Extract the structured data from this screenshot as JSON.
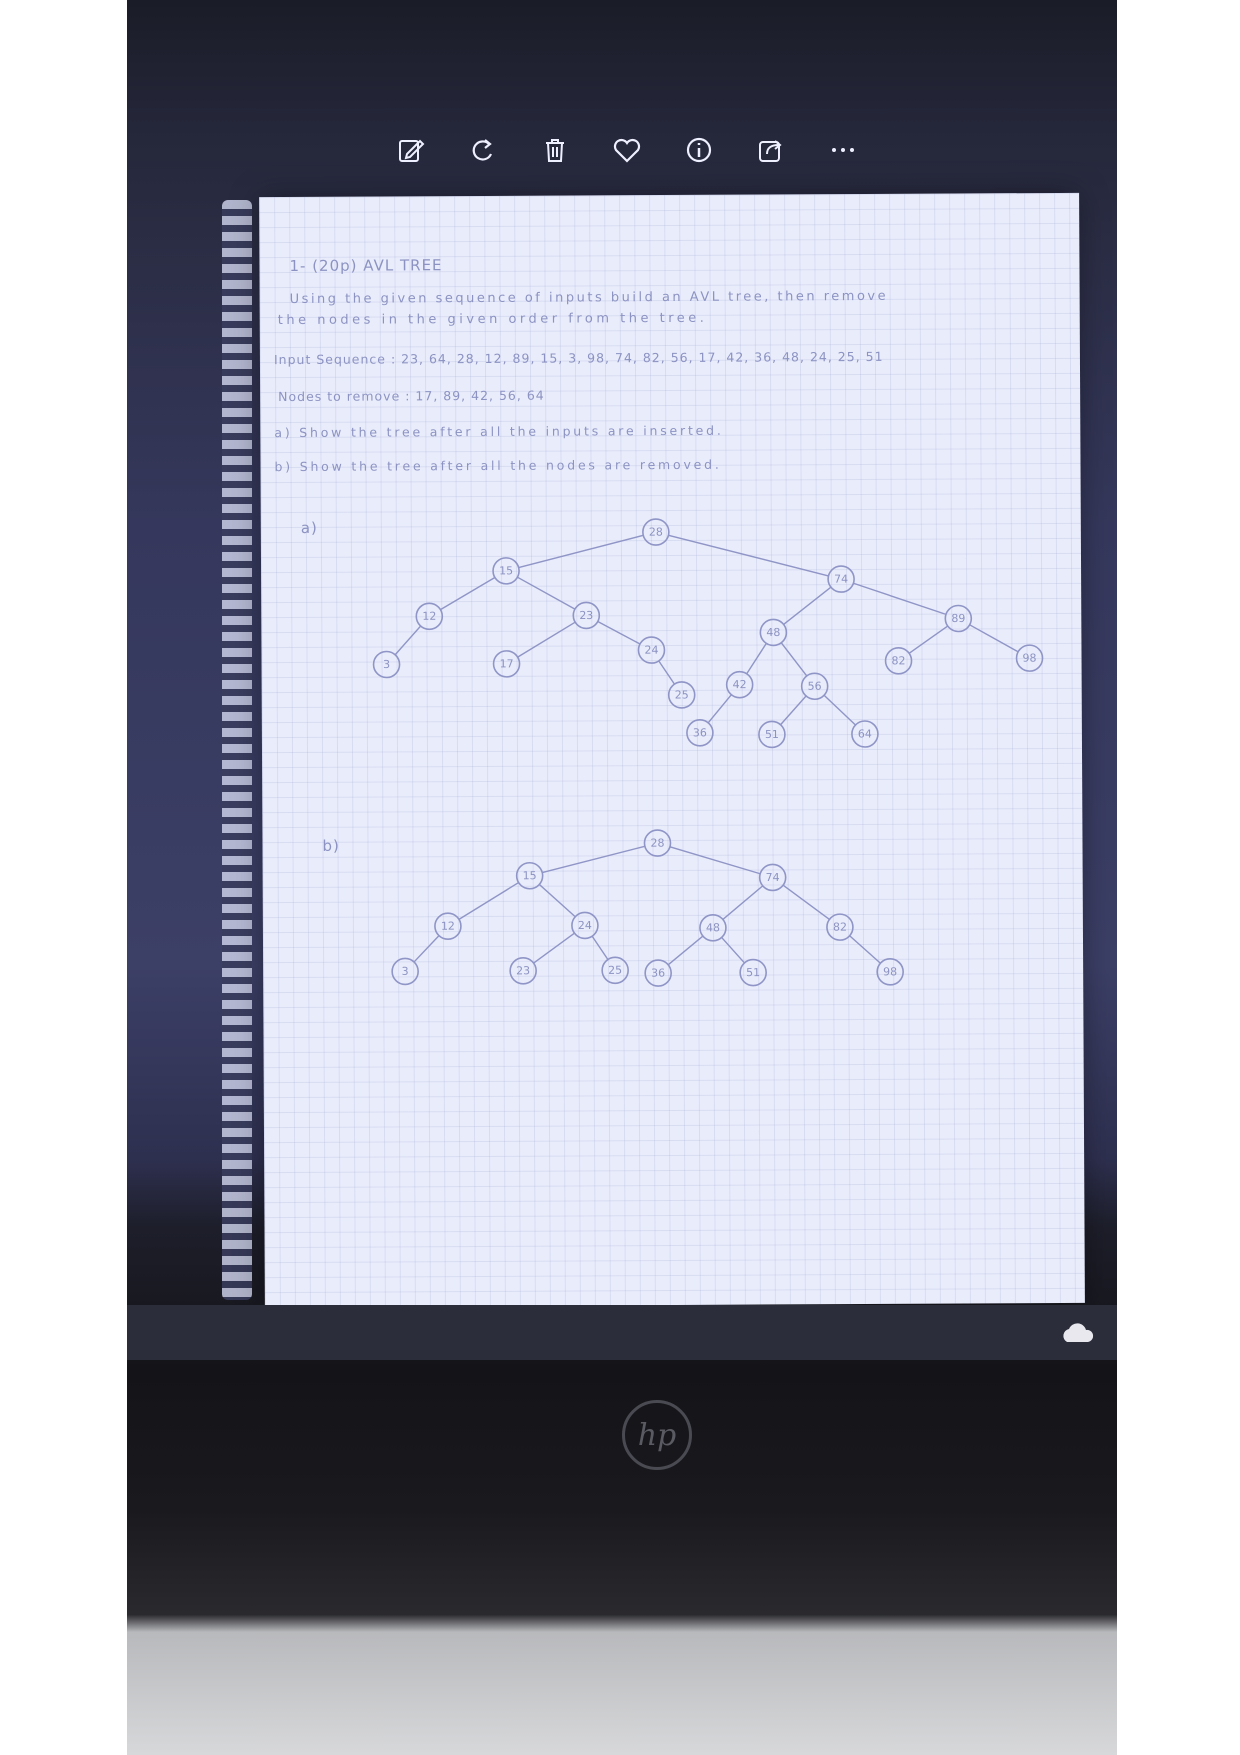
{
  "viewer": {
    "toolbar": [
      {
        "name": "edit-icon"
      },
      {
        "name": "rotate-icon"
      },
      {
        "name": "delete-icon"
      },
      {
        "name": "favorite-icon"
      },
      {
        "name": "info-icon"
      },
      {
        "name": "share-icon"
      },
      {
        "name": "more-icon"
      }
    ]
  },
  "worksheet": {
    "title": "1- (20p) AVL TREE",
    "instruction_line1": "Using the given sequence of inputs build an AVL tree, then remove",
    "instruction_line2": "the nodes in the given order from the tree.",
    "input_sequence": "Input Sequence : 23, 64, 28, 12, 89, 15, 3, 98, 74, 82, 56, 17, 42, 36, 48, 24, 25, 51",
    "nodes_to_remove": "Nodes to remove : 17, 89, 42, 56, 64",
    "part_a": "a) Show the tree after all the inputs are inserted.",
    "part_b": "b) Show the tree after all the nodes are removed.",
    "label_a": "a)",
    "label_b": "b)"
  },
  "tree_a": {
    "nodes": [
      {
        "id": "n28",
        "label": "28"
      },
      {
        "id": "n15",
        "label": "15"
      },
      {
        "id": "n74",
        "label": "74"
      },
      {
        "id": "n12",
        "label": "12"
      },
      {
        "id": "n23",
        "label": "23"
      },
      {
        "id": "n3",
        "label": "3"
      },
      {
        "id": "n17",
        "label": "17"
      },
      {
        "id": "n24",
        "label": "24"
      },
      {
        "id": "n25",
        "label": "25"
      },
      {
        "id": "n48",
        "label": "48"
      },
      {
        "id": "n89",
        "label": "89"
      },
      {
        "id": "n42",
        "label": "42"
      },
      {
        "id": "n56",
        "label": "56"
      },
      {
        "id": "n82",
        "label": "82"
      },
      {
        "id": "n98",
        "label": "98"
      },
      {
        "id": "n36",
        "label": "36"
      },
      {
        "id": "n51",
        "label": "51"
      },
      {
        "id": "n64",
        "label": "64"
      }
    ],
    "edges": [
      [
        "n28",
        "n15"
      ],
      [
        "n28",
        "n74"
      ],
      [
        "n15",
        "n12"
      ],
      [
        "n15",
        "n23"
      ],
      [
        "n12",
        "n3"
      ],
      [
        "n23",
        "n17"
      ],
      [
        "n23",
        "n24"
      ],
      [
        "n24",
        "n25"
      ],
      [
        "n74",
        "n48"
      ],
      [
        "n74",
        "n89"
      ],
      [
        "n48",
        "n42"
      ],
      [
        "n48",
        "n56"
      ],
      [
        "n42",
        "n36"
      ],
      [
        "n56",
        "n51"
      ],
      [
        "n56",
        "n64"
      ],
      [
        "n89",
        "n82"
      ],
      [
        "n89",
        "n98"
      ]
    ]
  },
  "tree_b": {
    "nodes": [
      {
        "id": "m28",
        "label": "28"
      },
      {
        "id": "m15",
        "label": "15"
      },
      {
        "id": "m74",
        "label": "74"
      },
      {
        "id": "m12",
        "label": "12"
      },
      {
        "id": "m24",
        "label": "24"
      },
      {
        "id": "m3",
        "label": "3"
      },
      {
        "id": "m23",
        "label": "23"
      },
      {
        "id": "m25",
        "label": "25"
      },
      {
        "id": "m48",
        "label": "48"
      },
      {
        "id": "m82",
        "label": "82"
      },
      {
        "id": "m36",
        "label": "36"
      },
      {
        "id": "m51",
        "label": "51"
      },
      {
        "id": "m98",
        "label": "98"
      }
    ],
    "edges": [
      [
        "m28",
        "m15"
      ],
      [
        "m28",
        "m74"
      ],
      [
        "m15",
        "m12"
      ],
      [
        "m15",
        "m24"
      ],
      [
        "m12",
        "m3"
      ],
      [
        "m24",
        "m23"
      ],
      [
        "m24",
        "m25"
      ],
      [
        "m74",
        "m48"
      ],
      [
        "m74",
        "m82"
      ],
      [
        "m48",
        "m36"
      ],
      [
        "m48",
        "m51"
      ],
      [
        "m82",
        "m98"
      ]
    ]
  },
  "laptop": {
    "brand": "hp"
  }
}
